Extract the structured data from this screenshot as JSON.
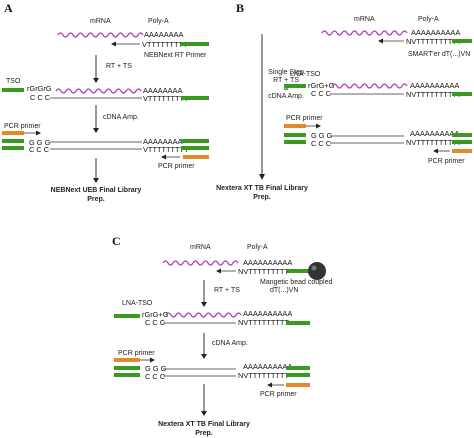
{
  "panels": {
    "A": {
      "letter": "A",
      "mrna_label": "mRNA",
      "polya_label": "Poly-A",
      "polya_seq": "AAAAAAAA",
      "polyt_seq": "VTTTTTTTTT",
      "primer_label": "NEBNext RT Primer",
      "step1": "RT + TS",
      "tso_label": "TSO",
      "tso_seq": "rGrGrG",
      "ccc": "C C C",
      "step2": "cDNA Amp.",
      "pcr_primer_top": "PCR primer",
      "ggg": "G G G",
      "pcr_primer_bottom": "PCR primer",
      "final_line1": "NEBNext UEB Final Library",
      "final_line2": "Prep."
    },
    "B": {
      "letter": "B",
      "mrna_label": "mRNA",
      "polya_label": "Poly-A",
      "polya_seq": "AAAAAAAAAA",
      "polyt_seq": "NVTTTTTTTTTT",
      "primer_label": "SMART'er dT(...)VN",
      "single_step_line1": "Single Step",
      "single_step_line2": "RT + TS",
      "single_step_line3": "&",
      "single_step_line4": "cDNA Amp.",
      "tso_label": "LNA-TSO",
      "tso_seq": "rGrG+G",
      "ccc": "C C C",
      "pcr_primer_top": "PCR primer",
      "ggg": "G G G",
      "pcr_primer_bottom": "PCR primer",
      "final_line1": "Nextera XT TB Final Library",
      "final_line2": "Prep."
    },
    "C": {
      "letter": "C",
      "mrna_label": "mRNA",
      "polya_label": "Poly-A",
      "polya_seq": "AAAAAAAAAA",
      "polyt_seq": "NVTTTTTTTTT",
      "bead_line1": "Mangetic bead coupled",
      "bead_line2": "dT(...)VN",
      "step1": "RT + TS",
      "tso_label": "LNA-TSO",
      "tso_seq": "rGrG+G",
      "ccc": "C C C",
      "step2": "cDNA Amp.",
      "pcr_primer_top": "PCR primer",
      "ggg": "G G G",
      "pcr_primer_bottom": "PCR primer",
      "final_line1": "Nextera XT TB Final Library",
      "final_line2": "Prep."
    }
  },
  "colors": {
    "mrna": "#b33bb8",
    "green_adapter": "#3a9a1f",
    "orange_primer": "#e08a2b",
    "bead": "#333333"
  }
}
